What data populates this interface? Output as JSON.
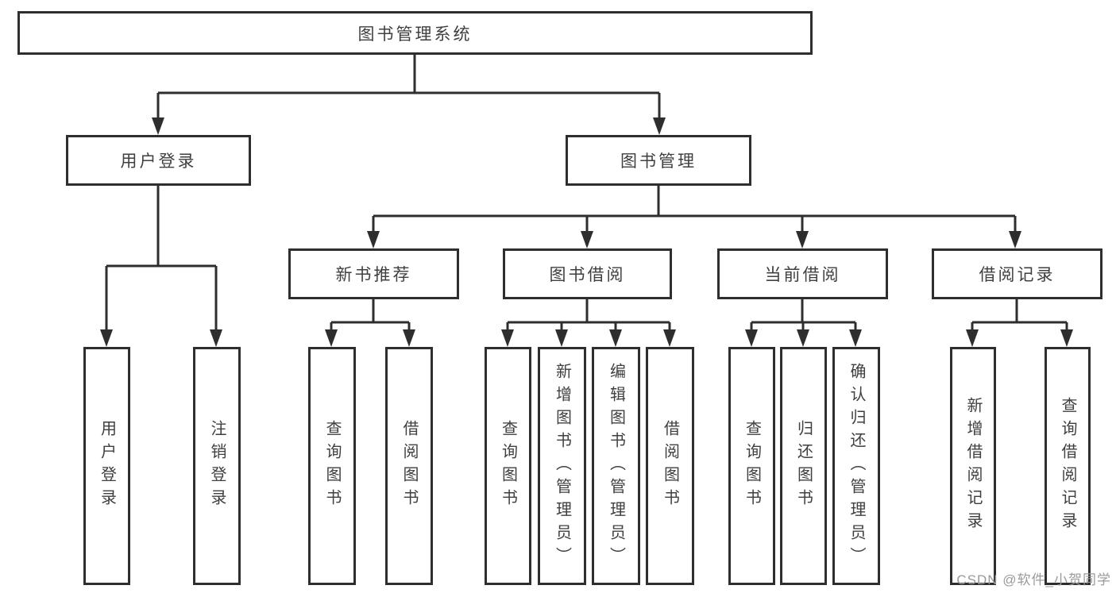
{
  "diagram": {
    "root": {
      "label": "图书管理系统",
      "children": [
        {
          "label": "用户登录",
          "children": [
            {
              "label": "用户登录"
            },
            {
              "label": "注销登录"
            }
          ]
        },
        {
          "label": "图书管理",
          "children": [
            {
              "label": "新书推荐",
              "children": [
                {
                  "label": "查询图书"
                },
                {
                  "label": "借阅图书"
                }
              ]
            },
            {
              "label": "图书借阅",
              "children": [
                {
                  "label": "查询图书"
                },
                {
                  "label": "新增图书（管理员）"
                },
                {
                  "label": "编辑图书（管理员）"
                },
                {
                  "label": "借阅图书"
                }
              ]
            },
            {
              "label": "当前借阅",
              "children": [
                {
                  "label": "查询图书"
                },
                {
                  "label": "归还图书"
                },
                {
                  "label": "确认归还（管理员）"
                }
              ]
            },
            {
              "label": "借阅记录",
              "children": [
                {
                  "label": "新增借阅记录"
                },
                {
                  "label": "查询借阅记录"
                }
              ]
            }
          ]
        }
      ]
    }
  },
  "watermark": "CSDN @软件_小贺同学",
  "colors": {
    "line": "#2e2e2e",
    "box_border": "#2e2e2e",
    "text": "#3f3f3f",
    "watermark": "#9a9a9a",
    "background": "#ffffff"
  }
}
